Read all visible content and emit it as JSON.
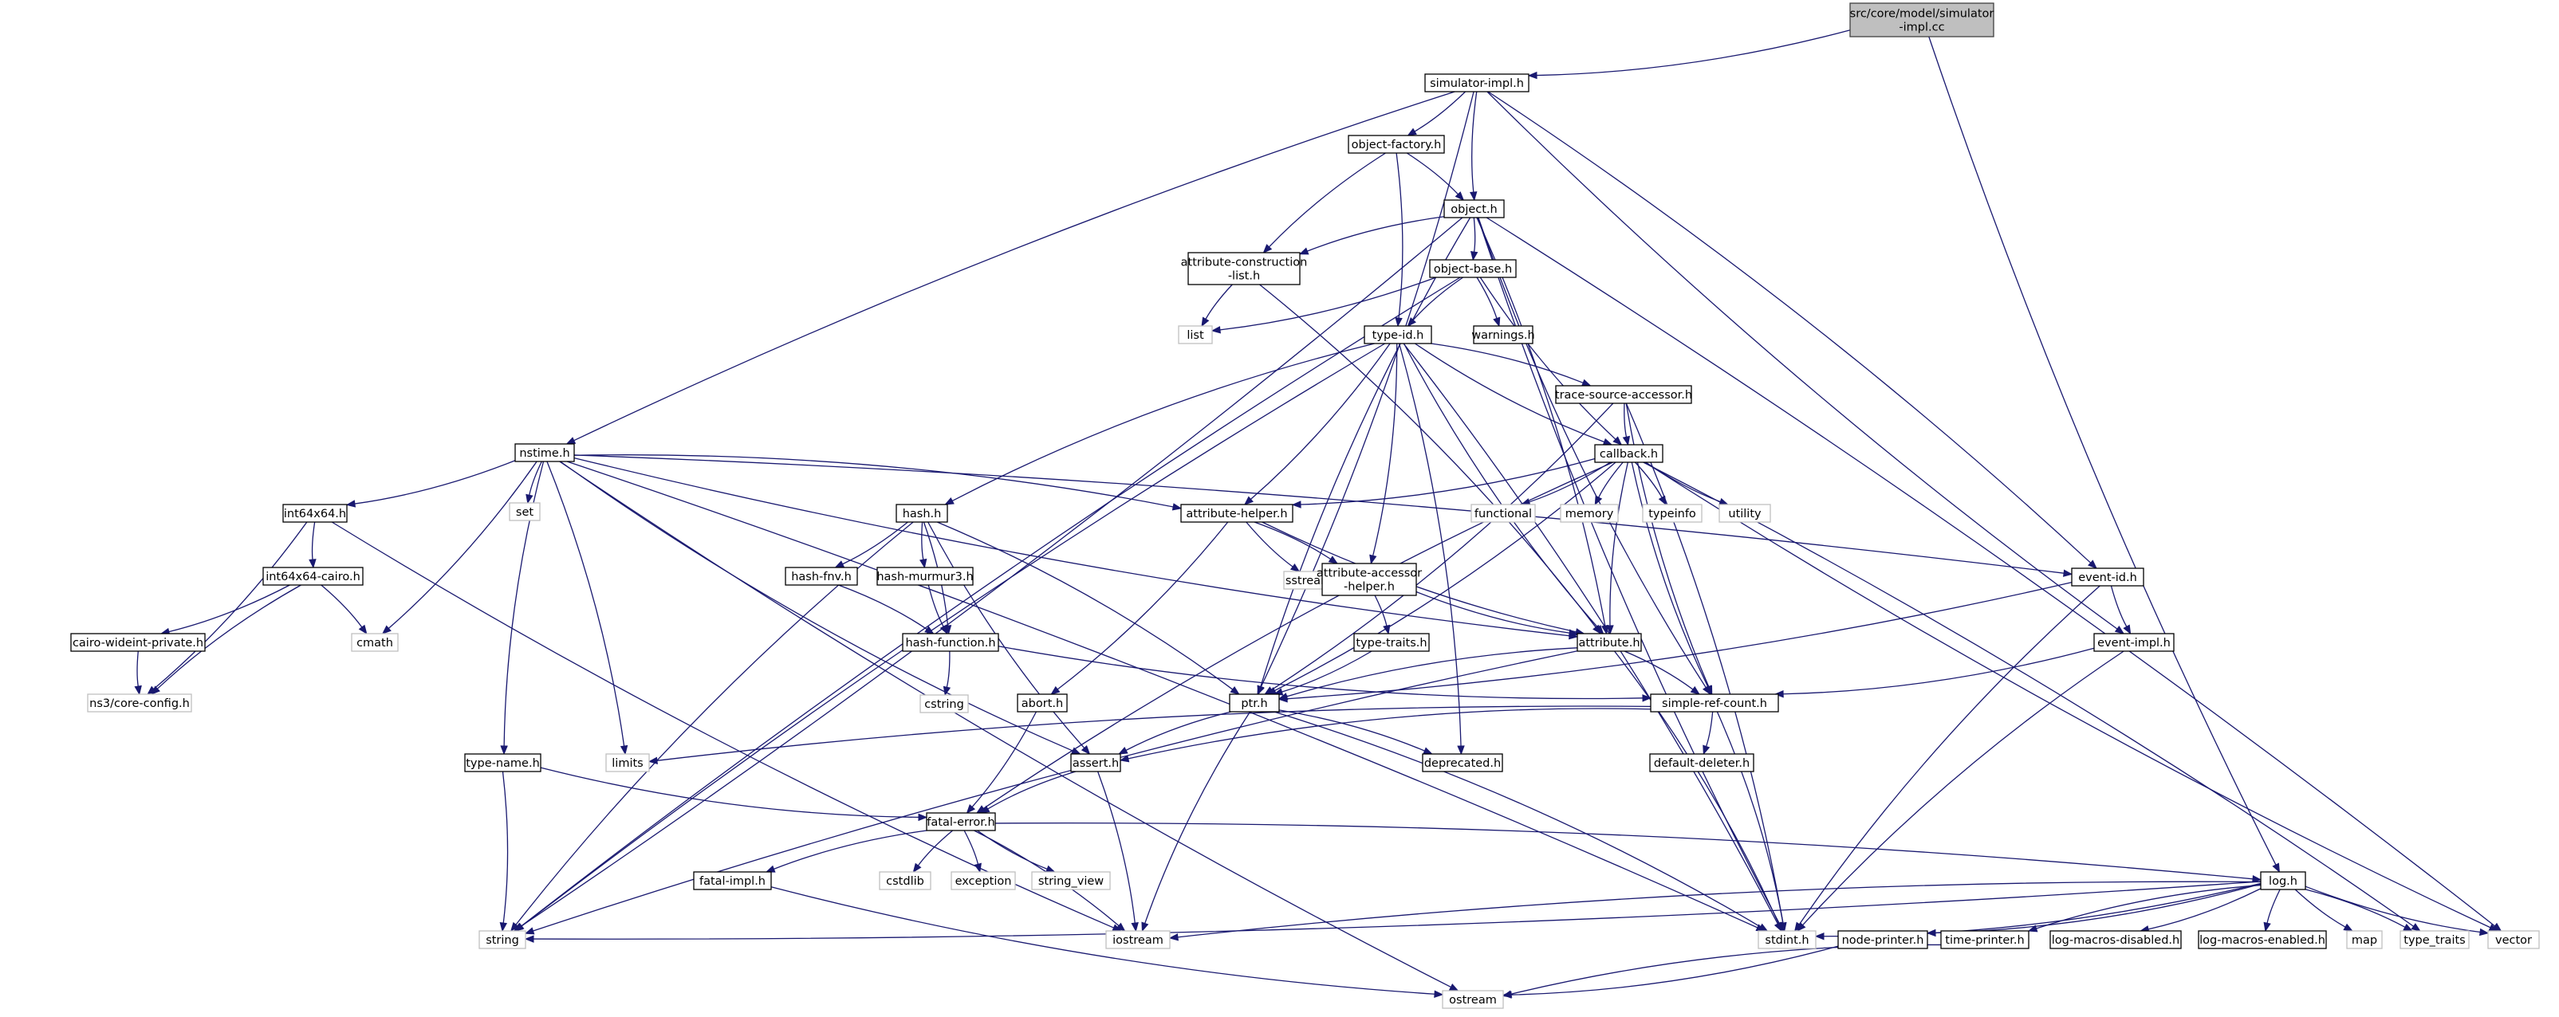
{
  "colors": {
    "edge": "#191970",
    "node_border": "#000000",
    "node_border_system": "#bfbfbf",
    "node_fill": "#ffffff",
    "root_fill": "#bfbfbf",
    "root_border": "#404040"
  },
  "nodes": [
    {
      "id": "root",
      "lines": [
        "src/core/model/simulator",
        "-impl.cc"
      ],
      "kind": "root"
    },
    {
      "id": "simulator_impl",
      "lines": [
        "simulator-impl.h"
      ],
      "kind": "header"
    },
    {
      "id": "object_factory",
      "lines": [
        "object-factory.h"
      ],
      "kind": "header"
    },
    {
      "id": "object",
      "lines": [
        "object.h"
      ],
      "kind": "header"
    },
    {
      "id": "attr_construction",
      "lines": [
        "attribute-construction",
        "-list.h"
      ],
      "kind": "header"
    },
    {
      "id": "object_base",
      "lines": [
        "object-base.h"
      ],
      "kind": "header"
    },
    {
      "id": "list",
      "lines": [
        "list"
      ],
      "kind": "system"
    },
    {
      "id": "type_id",
      "lines": [
        "type-id.h"
      ],
      "kind": "header"
    },
    {
      "id": "warnings",
      "lines": [
        "warnings.h"
      ],
      "kind": "header"
    },
    {
      "id": "trace_source",
      "lines": [
        "trace-source-accessor.h"
      ],
      "kind": "header"
    },
    {
      "id": "callback",
      "lines": [
        "callback.h"
      ],
      "kind": "header"
    },
    {
      "id": "nstime",
      "lines": [
        "nstime.h"
      ],
      "kind": "header"
    },
    {
      "id": "set",
      "lines": [
        "set"
      ],
      "kind": "system"
    },
    {
      "id": "int64x64",
      "lines": [
        "int64x64.h"
      ],
      "kind": "header"
    },
    {
      "id": "functional",
      "lines": [
        "functional"
      ],
      "kind": "system"
    },
    {
      "id": "memory",
      "lines": [
        "memory"
      ],
      "kind": "system"
    },
    {
      "id": "typeinfo",
      "lines": [
        "typeinfo"
      ],
      "kind": "system"
    },
    {
      "id": "utility",
      "lines": [
        "utility"
      ],
      "kind": "system"
    },
    {
      "id": "hash",
      "lines": [
        "hash.h"
      ],
      "kind": "header"
    },
    {
      "id": "attr_helper",
      "lines": [
        "attribute-helper.h"
      ],
      "kind": "header"
    },
    {
      "id": "sstream",
      "lines": [
        "sstream"
      ],
      "kind": "system"
    },
    {
      "id": "int64x64_cairo",
      "lines": [
        "int64x64-cairo.h"
      ],
      "kind": "header"
    },
    {
      "id": "hash_fnv",
      "lines": [
        "hash-fnv.h"
      ],
      "kind": "header"
    },
    {
      "id": "hash_murmur",
      "lines": [
        "hash-murmur3.h"
      ],
      "kind": "header"
    },
    {
      "id": "attr_accessor",
      "lines": [
        "attribute-accessor",
        "-helper.h"
      ],
      "kind": "header"
    },
    {
      "id": "event_id",
      "lines": [
        "event-id.h"
      ],
      "kind": "header"
    },
    {
      "id": "cairo_wideint",
      "lines": [
        "cairo-wideint-private.h"
      ],
      "kind": "header"
    },
    {
      "id": "cmath",
      "lines": [
        "cmath"
      ],
      "kind": "system"
    },
    {
      "id": "hash_function",
      "lines": [
        "hash-function.h"
      ],
      "kind": "header"
    },
    {
      "id": "type_traits_h",
      "lines": [
        "type-traits.h"
      ],
      "kind": "header"
    },
    {
      "id": "attribute",
      "lines": [
        "attribute.h"
      ],
      "kind": "header"
    },
    {
      "id": "event_impl",
      "lines": [
        "event-impl.h"
      ],
      "kind": "header"
    },
    {
      "id": "core_config",
      "lines": [
        "ns3/core-config.h"
      ],
      "kind": "system"
    },
    {
      "id": "cstring",
      "lines": [
        "cstring"
      ],
      "kind": "system"
    },
    {
      "id": "abort",
      "lines": [
        "abort.h"
      ],
      "kind": "header"
    },
    {
      "id": "ptr",
      "lines": [
        "ptr.h"
      ],
      "kind": "header"
    },
    {
      "id": "simple_ref",
      "lines": [
        "simple-ref-count.h"
      ],
      "kind": "header"
    },
    {
      "id": "limits",
      "lines": [
        "limits"
      ],
      "kind": "system"
    },
    {
      "id": "assert",
      "lines": [
        "assert.h"
      ],
      "kind": "header"
    },
    {
      "id": "type_name",
      "lines": [
        "type-name.h"
      ],
      "kind": "header"
    },
    {
      "id": "deprecated",
      "lines": [
        "deprecated.h"
      ],
      "kind": "header"
    },
    {
      "id": "default_deleter",
      "lines": [
        "default-deleter.h"
      ],
      "kind": "header"
    },
    {
      "id": "fatal_error",
      "lines": [
        "fatal-error.h"
      ],
      "kind": "header"
    },
    {
      "id": "fatal_impl",
      "lines": [
        "fatal-impl.h"
      ],
      "kind": "header"
    },
    {
      "id": "cstdlib",
      "lines": [
        "cstdlib"
      ],
      "kind": "system"
    },
    {
      "id": "exception",
      "lines": [
        "exception"
      ],
      "kind": "system"
    },
    {
      "id": "string_view",
      "lines": [
        "string_view"
      ],
      "kind": "system"
    },
    {
      "id": "log",
      "lines": [
        "log.h"
      ],
      "kind": "header"
    },
    {
      "id": "string",
      "lines": [
        "string"
      ],
      "kind": "system"
    },
    {
      "id": "iostream",
      "lines": [
        "iostream"
      ],
      "kind": "system"
    },
    {
      "id": "stdint",
      "lines": [
        "stdint.h"
      ],
      "kind": "system"
    },
    {
      "id": "node_printer",
      "lines": [
        "node-printer.h"
      ],
      "kind": "header"
    },
    {
      "id": "time_printer",
      "lines": [
        "time-printer.h"
      ],
      "kind": "header"
    },
    {
      "id": "log_macros_disabled",
      "lines": [
        "log-macros-disabled.h"
      ],
      "kind": "header"
    },
    {
      "id": "log_macros_enabled",
      "lines": [
        "log-macros-enabled.h"
      ],
      "kind": "header"
    },
    {
      "id": "map",
      "lines": [
        "map"
      ],
      "kind": "system"
    },
    {
      "id": "std_type_traits",
      "lines": [
        "type_traits"
      ],
      "kind": "system"
    },
    {
      "id": "vector",
      "lines": [
        "vector"
      ],
      "kind": "system"
    },
    {
      "id": "ostream",
      "lines": [
        "ostream"
      ],
      "kind": "system"
    }
  ],
  "edges": [
    [
      "root",
      "simulator_impl"
    ],
    [
      "root",
      "log"
    ],
    [
      "simulator_impl",
      "object_factory"
    ],
    [
      "simulator_impl",
      "object"
    ],
    [
      "simulator_impl",
      "ptr"
    ],
    [
      "simulator_impl",
      "nstime"
    ],
    [
      "simulator_impl",
      "event_id"
    ],
    [
      "simulator_impl",
      "event_impl"
    ],
    [
      "object_factory",
      "object"
    ],
    [
      "object_factory",
      "attr_construction"
    ],
    [
      "object_factory",
      "type_id"
    ],
    [
      "object",
      "attr_construction"
    ],
    [
      "object",
      "object_base"
    ],
    [
      "object",
      "ptr"
    ],
    [
      "object",
      "attribute"
    ],
    [
      "object",
      "simple_ref"
    ],
    [
      "object",
      "string"
    ],
    [
      "object",
      "stdint"
    ],
    [
      "object",
      "vector"
    ],
    [
      "attr_construction",
      "list"
    ],
    [
      "attr_construction",
      "attribute"
    ],
    [
      "object_base",
      "type_id"
    ],
    [
      "object_base",
      "warnings"
    ],
    [
      "object_base",
      "callback"
    ],
    [
      "object_base",
      "list"
    ],
    [
      "object_base",
      "string"
    ],
    [
      "type_id",
      "trace_source"
    ],
    [
      "type_id",
      "callback"
    ],
    [
      "type_id",
      "attr_helper"
    ],
    [
      "type_id",
      "hash"
    ],
    [
      "type_id",
      "attr_accessor"
    ],
    [
      "type_id",
      "attribute"
    ],
    [
      "type_id",
      "deprecated"
    ],
    [
      "type_id",
      "string"
    ],
    [
      "type_id",
      "stdint"
    ],
    [
      "trace_source",
      "callback"
    ],
    [
      "trace_source",
      "ptr"
    ],
    [
      "trace_source",
      "simple_ref"
    ],
    [
      "trace_source",
      "stdint"
    ],
    [
      "callback",
      "attribute"
    ],
    [
      "callback",
      "attr_helper"
    ],
    [
      "callback",
      "simple_ref"
    ],
    [
      "callback",
      "ptr"
    ],
    [
      "callback",
      "fatal_error"
    ],
    [
      "callback",
      "functional"
    ],
    [
      "callback",
      "memory"
    ],
    [
      "callback",
      "typeinfo"
    ],
    [
      "callback",
      "utility"
    ],
    [
      "callback",
      "std_type_traits"
    ],
    [
      "callback",
      "vector"
    ],
    [
      "nstime",
      "int64x64"
    ],
    [
      "nstime",
      "set"
    ],
    [
      "nstime",
      "cmath"
    ],
    [
      "nstime",
      "type_name"
    ],
    [
      "nstime",
      "limits"
    ],
    [
      "nstime",
      "assert"
    ],
    [
      "nstime",
      "attr_helper"
    ],
    [
      "nstime",
      "attribute"
    ],
    [
      "nstime",
      "event_id"
    ],
    [
      "nstime",
      "ostream"
    ],
    [
      "nstime",
      "stdint"
    ],
    [
      "int64x64",
      "int64x64_cairo"
    ],
    [
      "int64x64",
      "core_config"
    ],
    [
      "int64x64",
      "iostream"
    ],
    [
      "int64x64_cairo",
      "cairo_wideint"
    ],
    [
      "int64x64_cairo",
      "core_config"
    ],
    [
      "int64x64_cairo",
      "cmath"
    ],
    [
      "cairo_wideint",
      "core_config"
    ],
    [
      "hash",
      "hash_fnv"
    ],
    [
      "hash",
      "hash_murmur"
    ],
    [
      "hash",
      "hash_function"
    ],
    [
      "hash",
      "assert"
    ],
    [
      "hash",
      "ptr"
    ],
    [
      "hash",
      "string"
    ],
    [
      "hash_fnv",
      "hash_function"
    ],
    [
      "hash_murmur",
      "hash_function"
    ],
    [
      "hash_function",
      "cstring"
    ],
    [
      "hash_function",
      "simple_ref"
    ],
    [
      "attr_helper",
      "attr_accessor"
    ],
    [
      "attr_helper",
      "attribute"
    ],
    [
      "attr_helper",
      "abort"
    ],
    [
      "attr_helper",
      "sstream"
    ],
    [
      "attr_accessor",
      "type_traits_h"
    ],
    [
      "attr_accessor",
      "attribute"
    ],
    [
      "type_traits_h",
      "ptr"
    ],
    [
      "attribute",
      "ptr"
    ],
    [
      "attribute",
      "simple_ref"
    ],
    [
      "attribute",
      "string"
    ],
    [
      "attribute",
      "stdint"
    ],
    [
      "event_id",
      "event_impl"
    ],
    [
      "event_id",
      "ptr"
    ],
    [
      "event_id",
      "stdint"
    ],
    [
      "event_impl",
      "simple_ref"
    ],
    [
      "event_impl",
      "stdint"
    ],
    [
      "abort",
      "fatal_error"
    ],
    [
      "ptr",
      "assert"
    ],
    [
      "ptr",
      "deprecated"
    ],
    [
      "ptr",
      "iostream"
    ],
    [
      "ptr",
      "stdint"
    ],
    [
      "simple_ref",
      "assert"
    ],
    [
      "simple_ref",
      "default_deleter"
    ],
    [
      "simple_ref",
      "limits"
    ],
    [
      "simple_ref",
      "stdint"
    ],
    [
      "assert",
      "fatal_error"
    ],
    [
      "assert",
      "iostream"
    ],
    [
      "type_name",
      "fatal_error"
    ],
    [
      "type_name",
      "string"
    ],
    [
      "fatal_error",
      "fatal_impl"
    ],
    [
      "fatal_error",
      "log"
    ],
    [
      "fatal_error",
      "cstdlib"
    ],
    [
      "fatal_error",
      "exception"
    ],
    [
      "fatal_error",
      "string_view"
    ],
    [
      "fatal_error",
      "iostream"
    ],
    [
      "fatal_impl",
      "ostream"
    ],
    [
      "log",
      "node_printer"
    ],
    [
      "log",
      "time_printer"
    ],
    [
      "log",
      "log_macros_disabled"
    ],
    [
      "log",
      "log_macros_enabled"
    ],
    [
      "log",
      "string"
    ],
    [
      "log",
      "iostream"
    ],
    [
      "log",
      "stdint"
    ],
    [
      "log",
      "map"
    ],
    [
      "log",
      "std_type_traits"
    ],
    [
      "log",
      "vector"
    ],
    [
      "node_printer",
      "ostream"
    ],
    [
      "time_printer",
      "ostream"
    ]
  ]
}
